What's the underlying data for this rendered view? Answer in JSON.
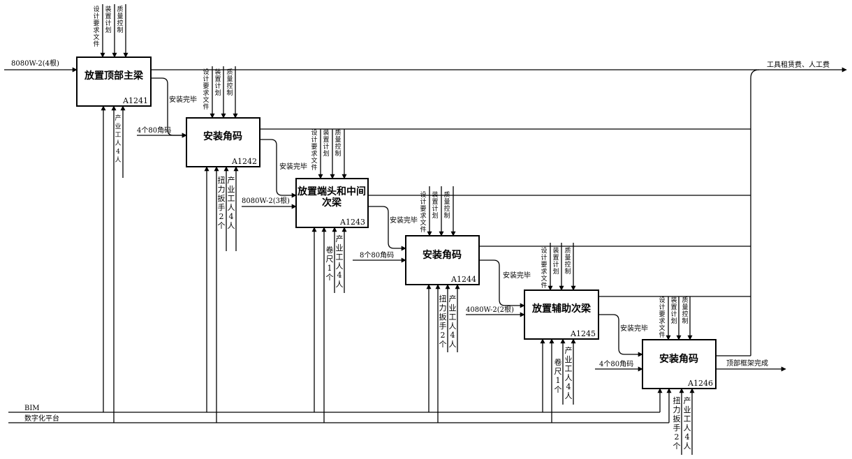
{
  "boxes": [
    {
      "title": [
        "放置顶部主梁"
      ],
      "id": "A1241"
    },
    {
      "title": [
        "安装角码"
      ],
      "id": "A1242"
    },
    {
      "title": [
        "放置端头和中间",
        "次梁"
      ],
      "id": "A1243"
    },
    {
      "title": [
        "安装角码"
      ],
      "id": "A1244"
    },
    {
      "title": [
        "放置辅助次梁"
      ],
      "id": "A1245"
    },
    {
      "title": [
        "安装角码"
      ],
      "id": "A1246"
    }
  ],
  "controls": [
    "设计要求文件",
    "装置计划",
    "质量控制"
  ],
  "inputs": [
    "8080W-2(4根)",
    "4个80角码",
    "8080W-2(3根)",
    "8个80角码",
    "4080W-2(2根)",
    "4个80角码"
  ],
  "links": [
    "安装完毕",
    "安装完毕",
    "安装完毕",
    "安装完毕",
    "安装完毕"
  ],
  "mechanisms": {
    "workers": "产业工人4人",
    "wrench": "扭力扳手2个",
    "tape": "卷尺1个"
  },
  "outputs": {
    "tools_fee": "工具租赁费、人工费",
    "final": "顶部框架完成"
  },
  "platforms": {
    "bim": "BIM",
    "digital": "数字化平台"
  }
}
